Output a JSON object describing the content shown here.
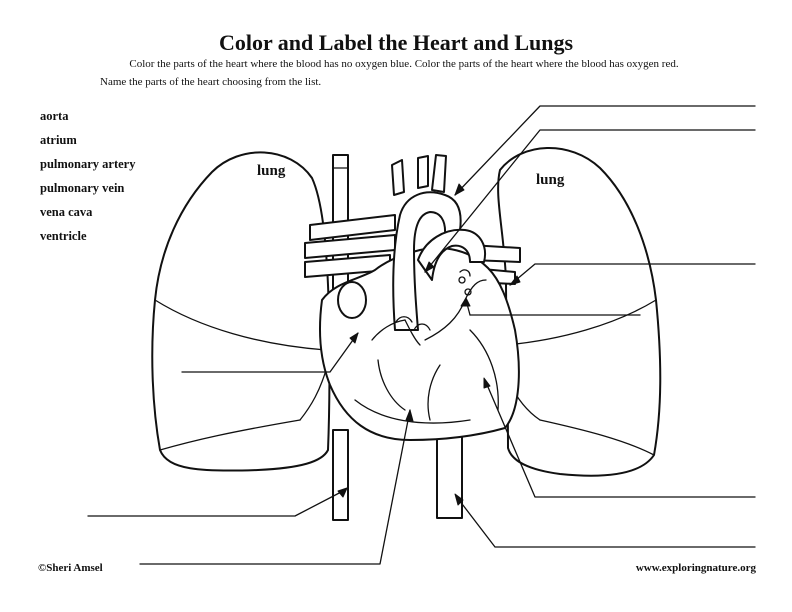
{
  "title": "Color and Label the Heart and Lungs",
  "instructions": {
    "line1": "Color the parts of the heart where the blood has no oxygen blue. Color the parts of the heart where the blood has oxygen red.",
    "line2": "Name the parts of the heart choosing from the list."
  },
  "word_list": [
    "aorta",
    "atrium",
    "pulmonary artery",
    "pulmonary vein",
    "vena cava",
    "ventricle"
  ],
  "lung_labels": {
    "left": "lung",
    "right": "lung"
  },
  "footer": {
    "copyright": "©Sheri Amsel",
    "website": "www.exploringnature.org"
  }
}
